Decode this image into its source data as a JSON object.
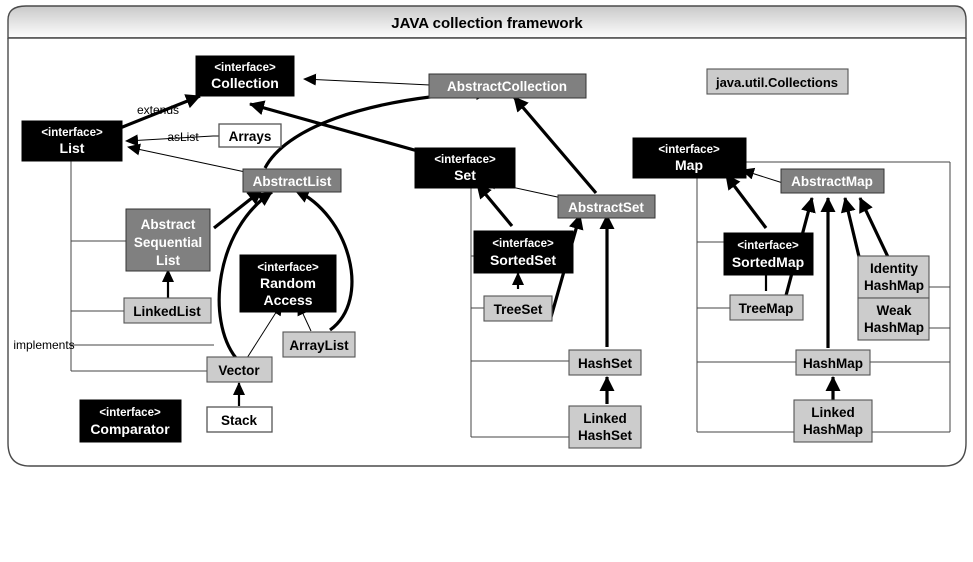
{
  "window": {
    "title": "JAVA collection framework"
  },
  "legend": {
    "extends_label": "extends",
    "implements_label": "implements",
    "aslist_label": "asList"
  },
  "nodes": {
    "collection": {
      "stereotype": "<interface>",
      "name": "Collection",
      "style": "interface"
    },
    "list": {
      "stereotype": "<interface>",
      "name": "List",
      "style": "interface"
    },
    "set": {
      "stereotype": "<interface>",
      "name": "Set",
      "style": "interface"
    },
    "map": {
      "stereotype": "<interface>",
      "name": "Map",
      "style": "interface"
    },
    "sortedset": {
      "stereotype": "<interface>",
      "name": "SortedSet",
      "style": "interface"
    },
    "sortedmap": {
      "stereotype": "<interface>",
      "name": "SortedMap",
      "style": "interface"
    },
    "randomaccess": {
      "stereotype": "<interface>",
      "name_line1": "Random",
      "name_line2": "Access",
      "style": "interface"
    },
    "comparator": {
      "stereotype": "<interface>",
      "name": "Comparator",
      "style": "interface"
    },
    "abstractcollection": {
      "name": "AbstractCollection",
      "style": "abstract"
    },
    "abstractlist": {
      "name": "AbstractList",
      "style": "abstract"
    },
    "abstractset": {
      "name": "AbstractSet",
      "style": "abstract"
    },
    "abstractmap": {
      "name": "AbstractMap",
      "style": "abstract"
    },
    "abstractsequentiallist": {
      "name_line1": "Abstract",
      "name_line2": "Sequential",
      "name_line3": "List",
      "style": "abstract"
    },
    "arrays": {
      "name": "Arrays",
      "style": "plain"
    },
    "stack": {
      "name": "Stack",
      "style": "plain"
    },
    "linkedlist": {
      "name": "LinkedList",
      "style": "concrete"
    },
    "arraylist": {
      "name": "ArrayList",
      "style": "concrete"
    },
    "vector": {
      "name": "Vector",
      "style": "concrete"
    },
    "treeset": {
      "name": "TreeSet",
      "style": "concrete"
    },
    "hashset": {
      "name": "HashSet",
      "style": "concrete"
    },
    "linkedhashset": {
      "name_line1": "Linked",
      "name_line2": "HashSet",
      "style": "concrete"
    },
    "treemap": {
      "name": "TreeMap",
      "style": "concrete"
    },
    "hashmap": {
      "name": "HashMap",
      "style": "concrete"
    },
    "linkedhashmap": {
      "name_line1": "Linked",
      "name_line2": "HashMap",
      "style": "concrete"
    },
    "identityhashmap": {
      "name_line1": "Identity",
      "name_line2": "HashMap",
      "style": "concrete"
    },
    "weakhashmap": {
      "name_line1": "Weak",
      "name_line2": "HashMap",
      "style": "concrete"
    },
    "collections": {
      "name": "java.util.Collections",
      "style": "concrete"
    }
  },
  "colors": {
    "interface_fill": "#000000",
    "interface_text": "#ffffff",
    "abstract_fill": "#808080",
    "abstract_text": "#ffffff",
    "concrete_fill": "#cccccc",
    "concrete_text": "#000000",
    "plain_fill": "#ffffff",
    "plain_text": "#000000",
    "titlebar_top": "#d0d0d0",
    "titlebar_bottom": "#ffffff",
    "border": "#555555"
  }
}
